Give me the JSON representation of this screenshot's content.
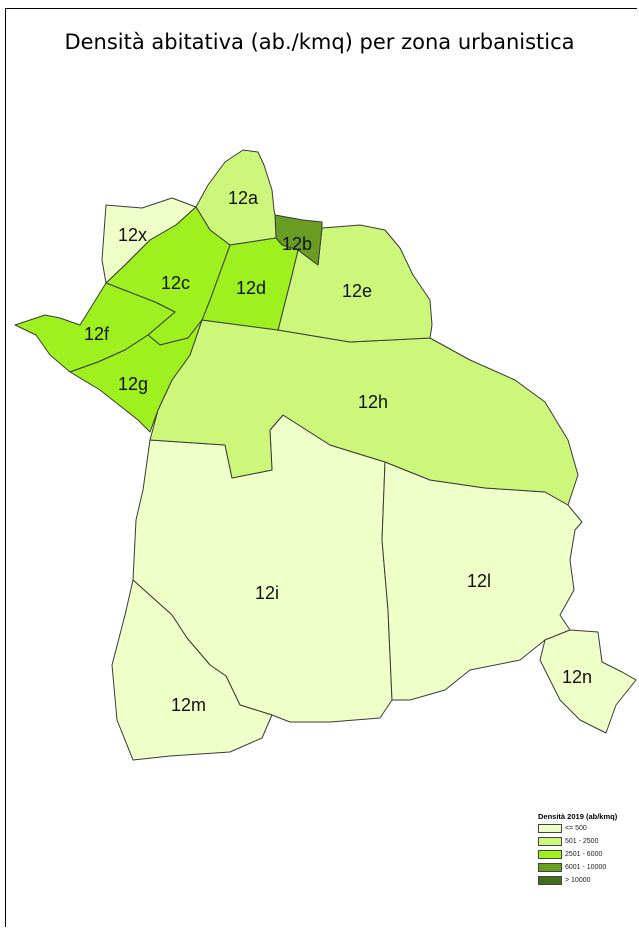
{
  "title": "Densità abitativa (ab./kmq) per zona urbanistica",
  "legend": {
    "title": "Densità 2019 (ab/kmq)",
    "classes": [
      {
        "label": "<= 500",
        "color": "#eeffc8"
      },
      {
        "label": "501 - 2500",
        "color": "#ccf77a"
      },
      {
        "label": "2501 - 6000",
        "color": "#9ef01e"
      },
      {
        "label": "6001 - 10000",
        "color": "#6a9e22"
      },
      {
        "label": "> 10000",
        "color": "#3f6e1a"
      }
    ]
  },
  "zones": [
    {
      "id": "12a",
      "label": "12a",
      "class": 1
    },
    {
      "id": "12b",
      "label": "12b",
      "class": 3
    },
    {
      "id": "12c",
      "label": "12c",
      "class": 2
    },
    {
      "id": "12d",
      "label": "12d",
      "class": 2
    },
    {
      "id": "12e",
      "label": "12e",
      "class": 1
    },
    {
      "id": "12f",
      "label": "12f",
      "class": 2
    },
    {
      "id": "12g",
      "label": "12g",
      "class": 2
    },
    {
      "id": "12h",
      "label": "12h",
      "class": 1
    },
    {
      "id": "12i",
      "label": "12i",
      "class": 0
    },
    {
      "id": "12l",
      "label": "12l",
      "class": 0
    },
    {
      "id": "12m",
      "label": "12m",
      "class": 0
    },
    {
      "id": "12n",
      "label": "12n",
      "class": 0
    },
    {
      "id": "12x",
      "label": "12x",
      "class": 0
    }
  ]
}
